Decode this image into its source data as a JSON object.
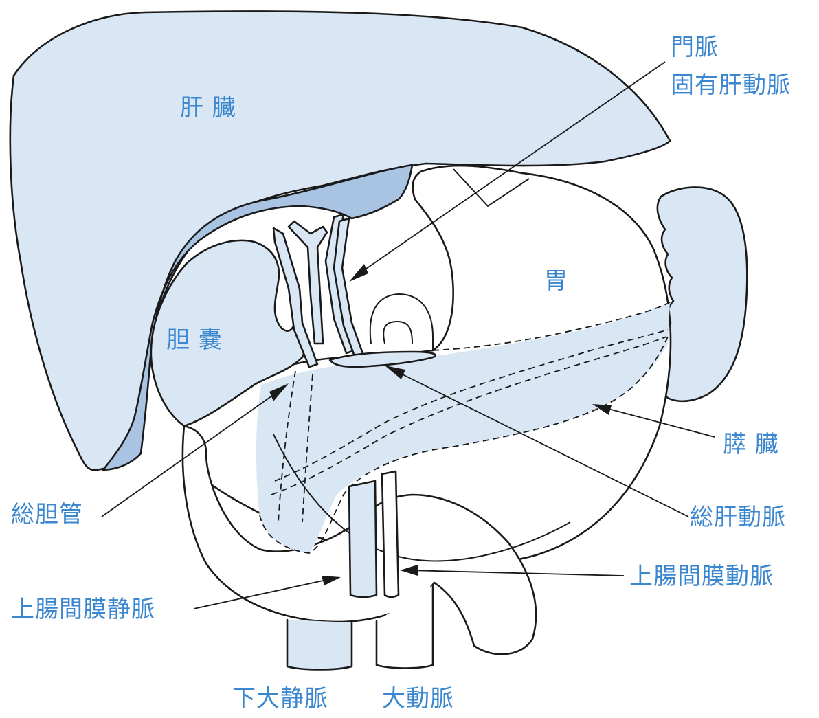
{
  "colors": {
    "organ_fill": "#d9e6f3",
    "shadow_fill": "#a9c4e2",
    "outline": "#1a1a1a",
    "label": "#3a86cf",
    "background": "#ffffff"
  },
  "labels": {
    "liver": "肝 臓",
    "stomach": "胃",
    "gallbladder": "胆 嚢",
    "pancreas": "膵 臓",
    "portal_vein": "門脈",
    "proper_hepatic_artery": "固有肝動脈",
    "common_bile_duct": "総胆管",
    "common_hepatic_artery": "総肝動脈",
    "superior_mesenteric_artery": "上腸間膜動脈",
    "superior_mesenteric_vein": "上腸間膜静脈",
    "inferior_vena_cava": "下大静脈",
    "aorta": "大動脈"
  }
}
